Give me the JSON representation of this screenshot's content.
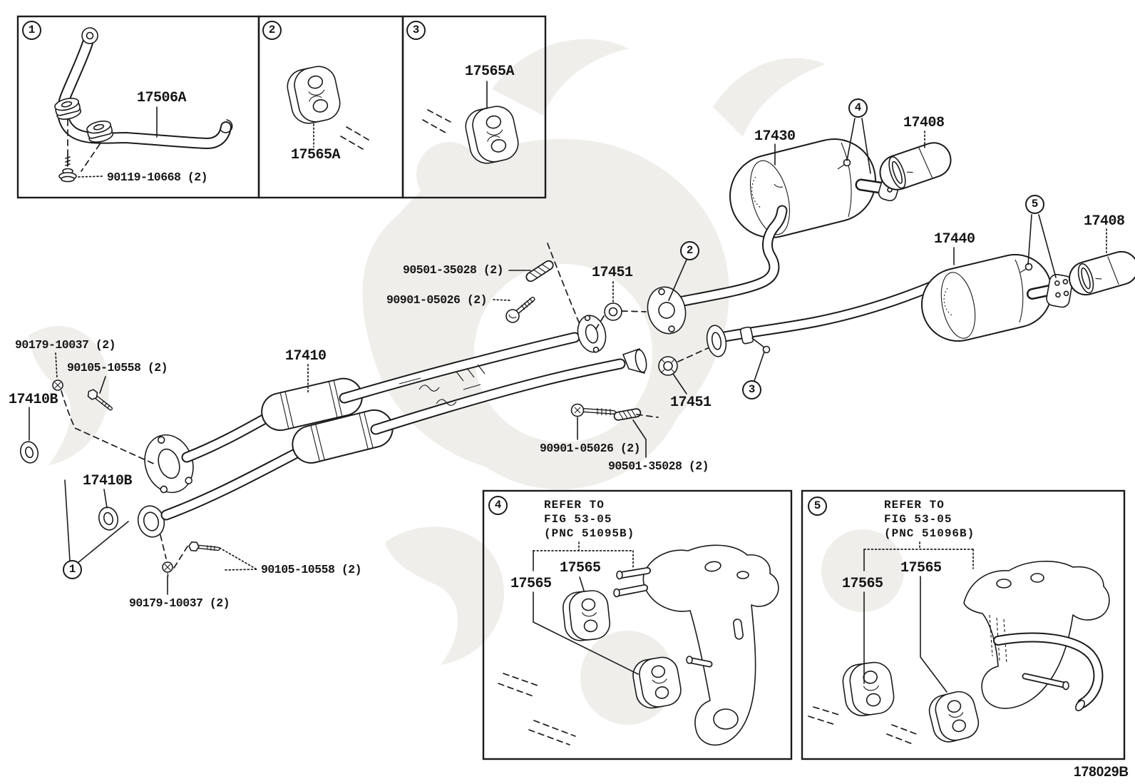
{
  "colors": {
    "ink": "#1b1b1b",
    "background": "#ffffff",
    "watermark": "#f0eeeb"
  },
  "footer": {
    "code": "178029B"
  },
  "insets": {
    "box1": {
      "number": "1",
      "part": "17506A",
      "hardware": "90119-10668 (2)"
    },
    "box2": {
      "number": "2",
      "part": "17565A"
    },
    "box3": {
      "number": "3",
      "part": "17565A"
    },
    "box4": {
      "number": "4",
      "refer1": "REFER TO",
      "refer2": "FIG 53-05",
      "refer3": "(PNC 51095B)",
      "part_upper": "17565",
      "part_lower": "17565"
    },
    "box5": {
      "number": "5",
      "refer1": "REFER TO",
      "refer2": "FIG 53-05",
      "refer3": "(PNC 51096B)",
      "part_upper": "17565",
      "part_lower": "17565"
    }
  },
  "main": {
    "callouts": {
      "c1": "1",
      "c2": "2",
      "c3": "3",
      "c4": "4",
      "c5": "5"
    },
    "labels": {
      "front_pipe": "17410",
      "gasket_b1": "17410B",
      "gasket_b2": "17410B",
      "nut_1": "90179-10037 (2)",
      "nut_2": "90179-10037 (2)",
      "bolt_1": "90105-10558 (2)",
      "bolt_2": "90105-10558 (2)",
      "spring_1": "90501-35028 (2)",
      "spring_2": "90501-35028 (2)",
      "boltsub_1": "90901-05026 (2)",
      "boltsub_2": "90901-05026 (2)",
      "gasket_1": "17451",
      "gasket_2": "17451",
      "muffler_front": "17430",
      "muffler_rear": "17440",
      "baffle_1": "17408",
      "baffle_2": "17408"
    }
  }
}
